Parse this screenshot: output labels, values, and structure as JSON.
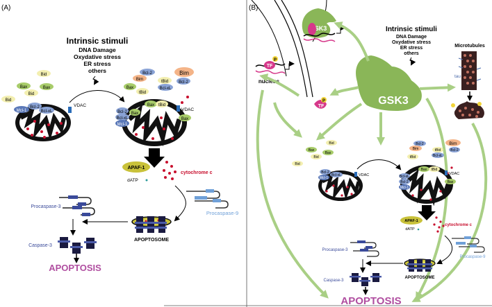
{
  "panel_a": {
    "label": "(A)",
    "stimuli_title": "Intrinsic stimuli",
    "stimuli": [
      "DNA Damage",
      "Oxydative stress",
      "ER stress",
      "others"
    ],
    "free_proteins": [
      "Bid",
      "Bax",
      "Bid",
      "Bax",
      "Bid"
    ],
    "mito1_proteins": [
      "Mcl-1",
      "Bcl-2",
      "Bcl-xL"
    ],
    "vdac": "VDAC",
    "cluster": [
      "Bcl-2",
      "Bim",
      "Bim",
      "tBid",
      "Bax",
      "Bcl-2",
      "tBid",
      "Bcl-xL"
    ],
    "mito2_proteins": [
      "Bax",
      "tBid",
      "Bcl-2",
      "Bcl-xL",
      "Mcl-1",
      "Bax",
      "Bax"
    ],
    "apaf": "APAF-1",
    "datp": "dATP",
    "cytc": "cytochrome c",
    "procaspase9": "Procaspase-9",
    "procaspase3": "Procaspase-3",
    "caspase3": "Caspase-3",
    "apoptosome": "APOPTOSOME",
    "apoptosis": "APOPTOSIS"
  },
  "panel_b": {
    "label": "(B)",
    "gsk3_small": "GSK3",
    "gsk3_big": "GSK3",
    "tf1": "TF",
    "tf2": "TF",
    "p_label": "P",
    "nucleus": "nucleus",
    "stimuli_title": "Intrinsic stimuli",
    "stimuli": [
      "DNA Damage",
      "Oxydative stress",
      "ER stress",
      "others"
    ],
    "microtubules": "Microtubules",
    "tau": "tau",
    "free_proteins": [
      "Bid",
      "Bax",
      "Bax",
      "Bid",
      "Bid"
    ],
    "mito1_proteins": [
      "Bcl-2",
      "Bcl-xL",
      "Mcl-1"
    ],
    "vdac": "VDAC",
    "cluster": [
      "Bcl-2",
      "Bim",
      "Bim",
      "tBid",
      "tBid",
      "Bcl-2",
      "Bcl-xL"
    ],
    "mito2_proteins": [
      "Bax",
      "tBid",
      "Bcl-xL",
      "Bcl-2",
      "Mcl-1",
      "Bax"
    ],
    "apaf": "APAF-1",
    "datp": "dATP",
    "cytc": "cytochrome c",
    "procaspase9": "Procaspase-9",
    "procaspase3": "Procaspase-3",
    "caspase3": "Caspase-3",
    "apoptosome": "APOPTOSOME",
    "apoptosis": "APOPTOSIS"
  },
  "colors": {
    "bid": "#f3efb0",
    "bax": "#a8cc6a",
    "bcl": "#8aa3d6",
    "mcl": "#5a78b8",
    "bim": "#f4b488",
    "apaf": "#c9c23a",
    "gsk3": "#8ab658",
    "arrow_green": "#a9cf85",
    "tf": "#d6388a",
    "apoptosis": "#b04ea0",
    "procaspase9": "#6fa0d8",
    "procaspase3": "#3a4a9a"
  }
}
